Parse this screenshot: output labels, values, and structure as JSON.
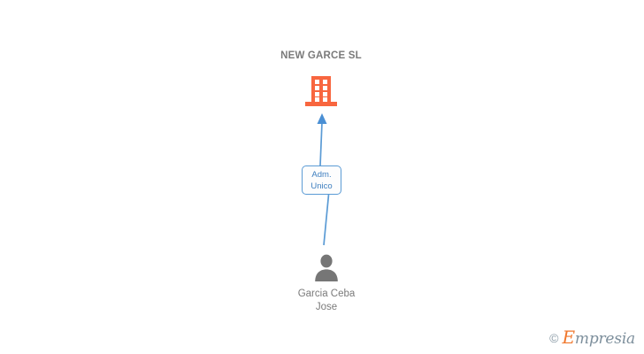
{
  "diagram": {
    "type": "org-chart",
    "company": {
      "name": "NEW GARCE SL",
      "icon": "building-icon",
      "icon_color": "#f8663f"
    },
    "relationship": {
      "label_line1": "Adm.",
      "label_line2": "Unico",
      "border_color": "#5b9bd5",
      "text_color": "#3d7ebf",
      "connector_color": "#5b9bd5",
      "direction": "person-to-company"
    },
    "person": {
      "name_line1": "Garcia Ceba",
      "name_line2": "Jose",
      "icon": "person-icon",
      "icon_color": "#767676",
      "text_color": "#7a7a7a"
    }
  },
  "watermark": {
    "copyright": "©",
    "brand_lead": "E",
    "brand_rest": "mpresia"
  }
}
